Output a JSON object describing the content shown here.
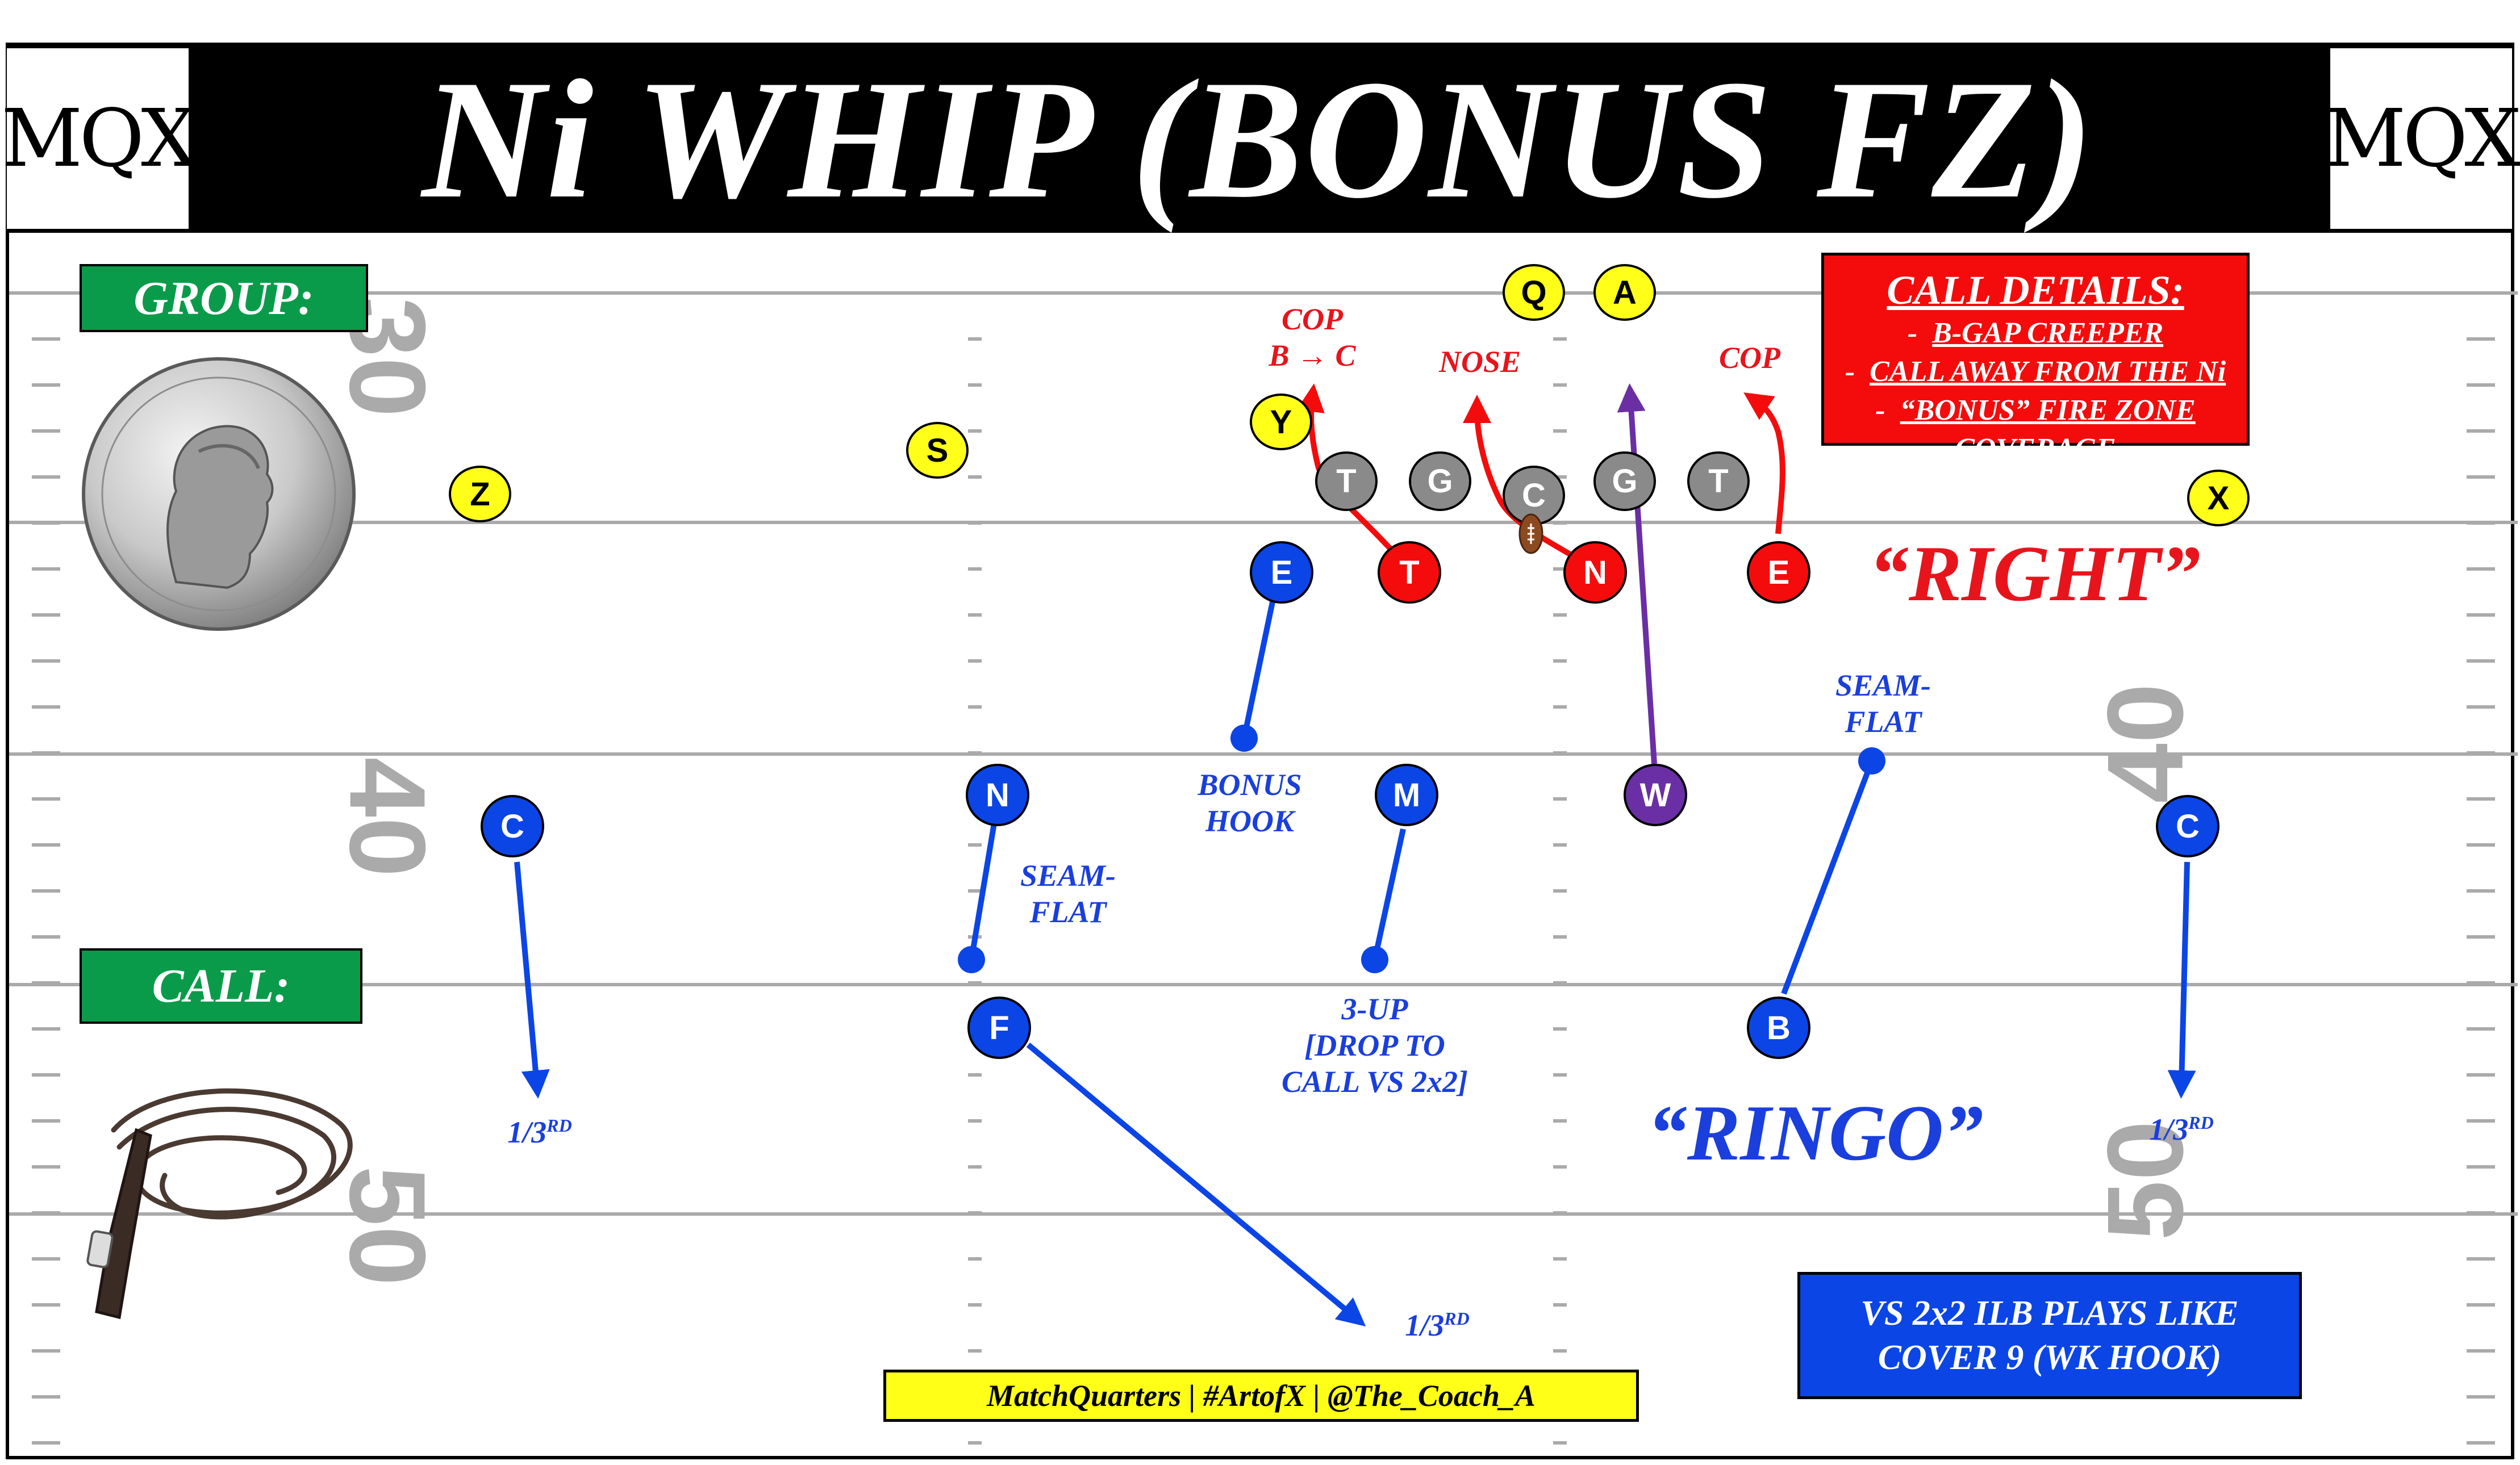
{
  "header": {
    "title": "Ni WHIP (BONUS FZ)",
    "logo_left": "MQX",
    "logo_right": "MQX"
  },
  "field": {
    "yard_numbers_left": [
      "30",
      "40",
      "50"
    ],
    "yard_numbers_right": [
      "40",
      "50"
    ]
  },
  "labels": {
    "group": "GROUP:",
    "call": "CALL:",
    "strength_call": "“RIGHT”",
    "coverage_call": "“RINGO”"
  },
  "call_details": {
    "heading": "CALL DETAILS:",
    "items": [
      {
        "prefix": "-",
        "text": "B-GAP CREEPER"
      },
      {
        "prefix": "-",
        "text": "CALL AWAY FROM THE Ni"
      },
      {
        "prefix": "-",
        "text": "“BONUS” FIRE ZONE COVERAGE"
      }
    ]
  },
  "note": {
    "line1": "VS 2x2 ILB PLAYS LIKE",
    "line2": "COVER 9 (WK HOOK)"
  },
  "credit": "MatchQuarters | #ArtofX | @The_Coach_A",
  "offense": {
    "Q": "Q",
    "A": "A",
    "Y": "Y",
    "S": "S",
    "Z": "Z",
    "X": "X",
    "line": [
      "T",
      "G",
      "C",
      "G",
      "T"
    ]
  },
  "defense": {
    "front": [
      "E",
      "T",
      "N",
      "E"
    ],
    "backers": [
      "N",
      "M",
      "W"
    ],
    "secondary": [
      "C",
      "F",
      "B",
      "C"
    ]
  },
  "assignments": {
    "tackle": {
      "line1": "COP",
      "line2": "B → C"
    },
    "nose": "NOSE",
    "end": "COP",
    "bonus_hook": {
      "line1": "BONUS",
      "line2": "HOOK"
    },
    "nickel": {
      "line1": "SEAM-",
      "line2": "FLAT"
    },
    "boundary_seam": {
      "line1": "SEAM-",
      "line2": "FLAT"
    },
    "mike": {
      "line1": "3-UP",
      "line2": "[DROP TO",
      "line3": "CALL VS 2x2]"
    },
    "third_left": "1/3",
    "third_mid": "1/3",
    "third_right": "1/3",
    "rd": "RD"
  },
  "colors": {
    "offense": "#ffff1a",
    "defense_rush": "#f40c0c",
    "defense_cover": "#0b45e6",
    "will": "#6b2fa5",
    "oline": "#8a8a8a",
    "group_box": "#0a9b4a"
  },
  "icons": [
    "nickel-coin-icon",
    "whip-icon",
    "football-icon"
  ]
}
